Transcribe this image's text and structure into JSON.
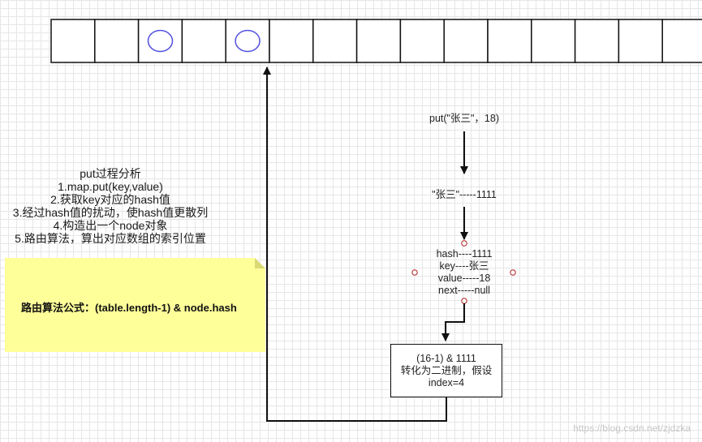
{
  "table_array": {
    "slot_count": 15,
    "marked_slots": [
      2,
      4
    ]
  },
  "put_call": {
    "text": "put(\"张三\"，18)"
  },
  "hash_result": {
    "text": "\"张三\"-----1111"
  },
  "node": {
    "lines": [
      "hash----1111",
      "key----张三",
      "value-----18",
      "next-----null"
    ]
  },
  "steps": {
    "title": "put过程分析",
    "items": [
      "1.map.put(key,value)",
      "2.获取key对应的hash值",
      "3.经过hash值的扰动，使hash值更散列",
      "4.构造出一个node对象",
      "5.路由算法，算出对应数组的索引位置"
    ]
  },
  "note": {
    "text": "路由算法公式：(table.length-1) & node.hash"
  },
  "index_box": {
    "lines": [
      "(16-1) & 1111",
      "转化为二进制，假设",
      "index=4"
    ]
  },
  "watermark": "https://blog.csdn.net/zjdzka",
  "colors": {
    "stroke": "#111111",
    "slot_marker": "#5151e0",
    "handle_marker": "#b22222",
    "note_fill": "#ffff9a"
  }
}
